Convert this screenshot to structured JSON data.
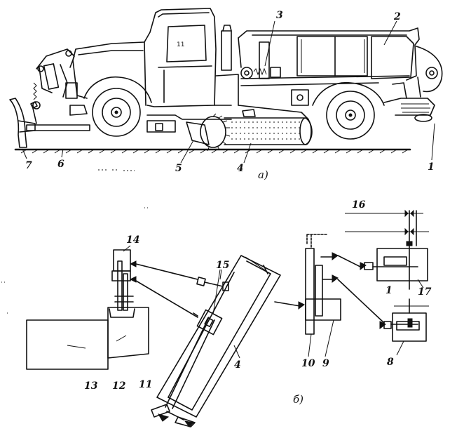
{
  "figure_a": {
    "caption": "а)",
    "labels": {
      "l1": "1",
      "l2": "2",
      "l3": "3",
      "l4": "4",
      "l5": "5",
      "l6": "6",
      "l7": "7"
    }
  },
  "figure_b": {
    "caption": "б)",
    "labels": {
      "l1": "1",
      "l4": "4",
      "l8": "8",
      "l9": "9",
      "l10": "10",
      "l11": "11",
      "l12": "12",
      "l13": "13",
      "l14": "14",
      "l15": "15",
      "l16": "16",
      "l17": "17"
    }
  }
}
